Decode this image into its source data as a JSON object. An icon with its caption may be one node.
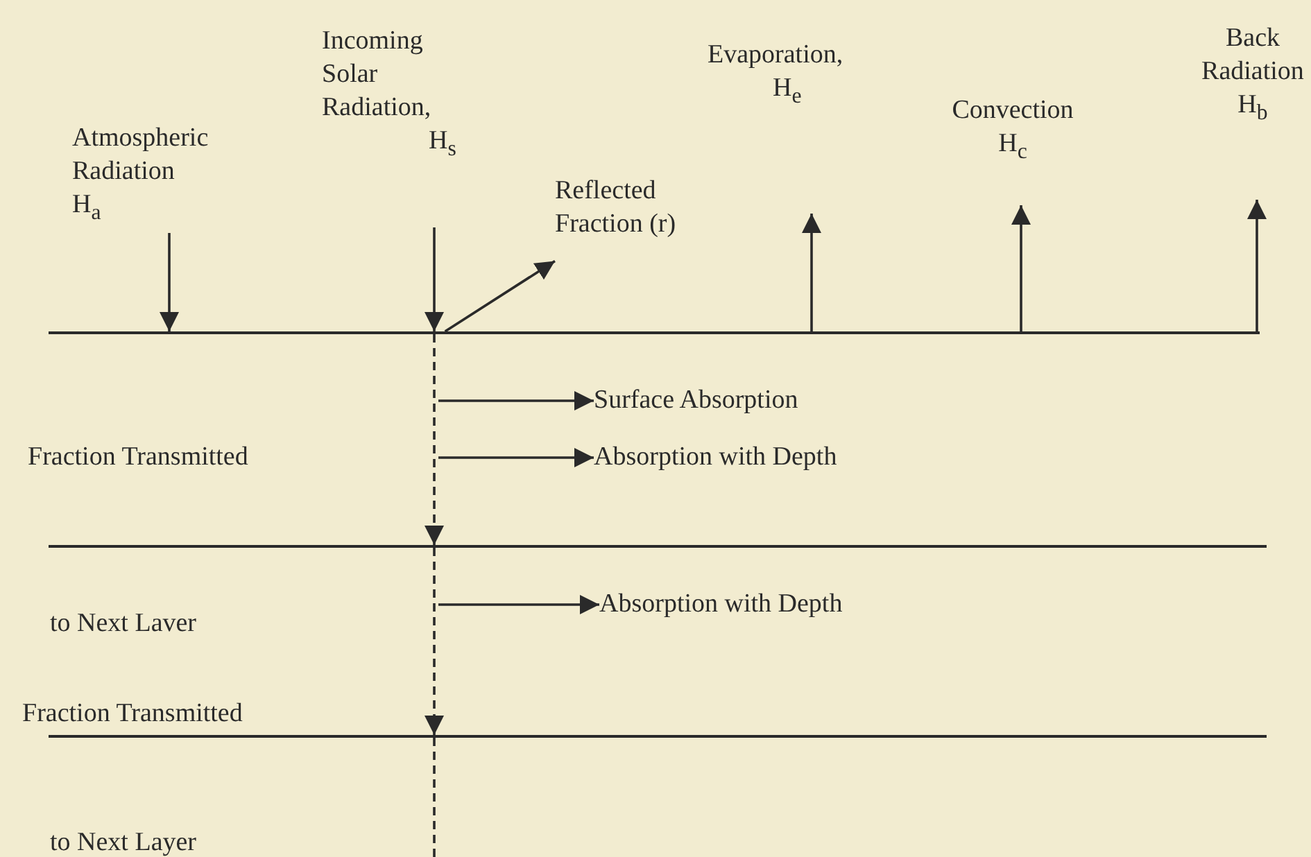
{
  "diagram": {
    "nodes": [
      {
        "text": [
          "Atmospheric Radiation",
          "H$_{a}$"
        ]
      },
      {
        "text": [
          "Incoming Solar Radiation,",
          "H$_{s}$"
        ]
      },
      {
        "text": [
          "Reflected Fraction (r)"
        ]
      },
      {
        "text": [
          "Evaporation,",
          "H$_{e}$"
        ]
      },
      {
        "text": [
          "Convection",
          "H$_{c}$"
        ]
      },
      {
        "text": [
          "Back Radiation",
          "H$_{b}$"
        ]
      },
      {
        "text": [],
        "shape": "bar"
      },
      {
        "text": [
          "Surface Absorption"
        ]
      },
      {
        "text": [
          "Absorption with Depth"
        ]
      },
      {
        "text": [],
        "shape": "bar"
      },
      {
        "text": [
          "Absorption with Depth"
        ]
      },
      {
        "text": [],
        "shape": "bar"
      }
    ],
    "edges": [
      {
        "from": 0,
        "to": 6,
        "arrow": "to"
      },
      {
        "from": 1,
        "to": 6,
        "arrow": "to"
      },
      {
        "from": 6,
        "to": 2,
        "arrow": "to"
      },
      {
        "from": 6,
        "to": 3,
        "arrow": "to"
      },
      {
        "from": 6,
        "to": 4,
        "arrow": "to"
      },
      {
        "from": 6,
        "to": 5,
        "arrow": "to"
      },
      {
        "from": null,
        "to": 7,
        "arrow": "to"
      },
      {
        "from": null,
        "to": 8,
        "arrow": "to"
      },
      {
        "from": 6,
        "to": 9,
        "arrow": "to",
        "style": "dashed"
      },
      {
        "from": null,
        "to": 10,
        "arrow": "to"
      },
      {
        "from": 9,
        "to": 11,
        "arrow": "to",
        "style": "dashed"
      },
      {
        "from": 11,
        "to": null,
        "arrow": "none",
        "style": "dashed"
      }
    ],
    "labels": [
      "Fraction Transmitted",
      "to Next Laver",
      "Fraction Transmitted",
      "to Next Layer"
    ]
  }
}
